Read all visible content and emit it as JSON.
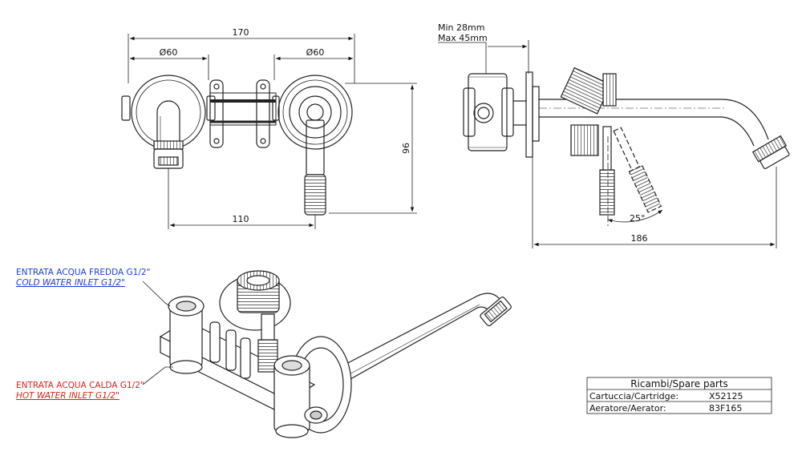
{
  "front_view": {
    "dim_total_width": "170",
    "dim_left_diameter": "Ø60",
    "dim_right_diameter": "Ø60",
    "dim_height": "96",
    "dim_spout_offset": "110"
  },
  "side_view": {
    "wall_min": "Min 28mm",
    "wall_max": "Max 45mm",
    "angle": "25°",
    "projection": "186"
  },
  "labels": {
    "cold_it": "ENTRATA ACQUA FREDDA G1/2\"",
    "cold_en": "COLD WATER INLET G1/2\"",
    "hot_it": "ENTRATA ACQUA CALDA G1/2\"",
    "hot_en": "HOT WATER INLET G1/2\"",
    "cold_color": "#1a3fd6",
    "hot_color": "#e0201b"
  },
  "spare_parts": {
    "title": "Ricambi/Spare parts",
    "rows": [
      {
        "name": "Cartuccia/Cartridge:",
        "code": "X52125"
      },
      {
        "name": "Aeratore/Aerator:",
        "code": "83F165"
      }
    ]
  }
}
